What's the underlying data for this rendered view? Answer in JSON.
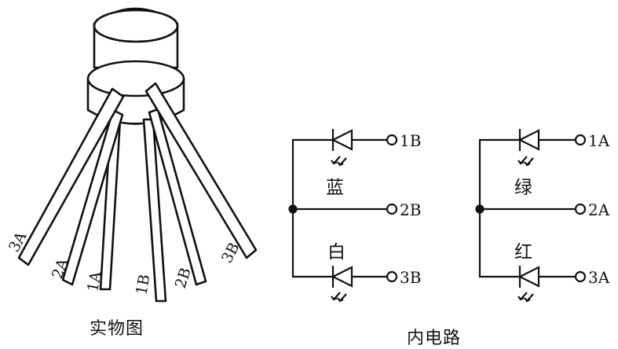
{
  "captions": {
    "physical": "实物图",
    "internal": "内电路"
  },
  "pin_labels": [
    "3A",
    "2A",
    "1A",
    "1B",
    "2B",
    "3B"
  ],
  "circuit_b": {
    "top_terminal": "1B",
    "mid_terminal": "2B",
    "bottom_terminal": "3B",
    "upper_color": "蓝",
    "lower_color": "白"
  },
  "circuit_a": {
    "top_terminal": "1A",
    "mid_terminal": "2A",
    "bottom_terminal": "3A",
    "upper_color": "绿",
    "lower_color": "红"
  }
}
